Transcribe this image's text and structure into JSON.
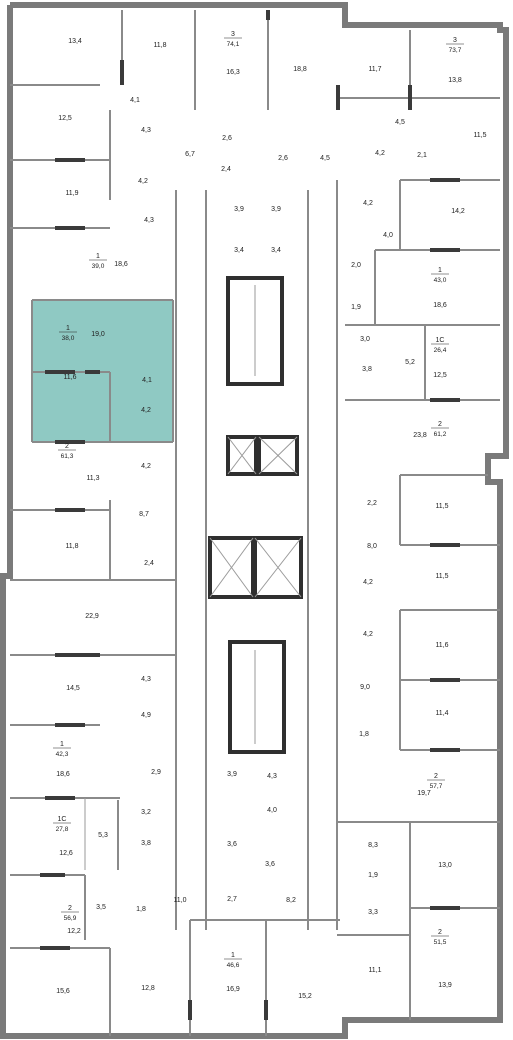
{
  "highlight_color": "#8fc9c3",
  "highlighted_apartment": {
    "rooms": "1",
    "total": "38,0"
  },
  "apartments": [
    {
      "rooms": "3",
      "total": "74,1"
    },
    {
      "rooms": "3",
      "total": "73,7"
    },
    {
      "rooms": "1",
      "total": "39,0"
    },
    {
      "rooms": "1",
      "total": "43,0"
    },
    {
      "rooms": "1С",
      "total": "26,4"
    },
    {
      "rooms": "2",
      "total": "61,2"
    },
    {
      "rooms": "2",
      "total": "61,3"
    },
    {
      "rooms": "1",
      "total": "42,3"
    },
    {
      "rooms": "2",
      "total": "57,7"
    },
    {
      "rooms": "1С",
      "total": "27,8"
    },
    {
      "rooms": "2",
      "total": "56,9"
    },
    {
      "rooms": "2",
      "total": "51,5"
    },
    {
      "rooms": "1",
      "total": "46,6"
    }
  ],
  "room_areas": [
    "13,4",
    "11,8",
    "16,3",
    "18,8",
    "11,7",
    "13,8",
    "4,1",
    "12,5",
    "4,3",
    "6,7",
    "2,6",
    "2,6",
    "4,5",
    "4,5",
    "11,5",
    "4,2",
    "2,4",
    "4,2",
    "2,1",
    "11,9",
    "4,3",
    "3,9",
    "3,9",
    "4,2",
    "14,2",
    "4,0",
    "3,4",
    "3,4",
    "18,6",
    "2,0",
    "18,6",
    "1,9",
    "19,0",
    "3,0",
    "4,1",
    "3,8",
    "5,2",
    "12,5",
    "11,6",
    "4,2",
    "23,8",
    "4,2",
    "11,3",
    "2,2",
    "11,5",
    "8,7",
    "8,0",
    "11,8",
    "2,4",
    "4,2",
    "11,5",
    "22,9",
    "4,2",
    "11,6",
    "4,3",
    "14,5",
    "9,0",
    "4,9",
    "11,4",
    "1,8",
    "2,9",
    "18,6",
    "19,7",
    "3,2",
    "5,3",
    "3,8",
    "12,6",
    "3,9",
    "4,3",
    "4,0",
    "3,6",
    "3,6",
    "8,3",
    "13,0",
    "1,9",
    "3,5",
    "1,8",
    "11,0",
    "2,7",
    "8,2",
    "3,3",
    "12,2",
    "16,9",
    "15,2",
    "11,1",
    "13,9",
    "15,6",
    "12,8"
  ]
}
